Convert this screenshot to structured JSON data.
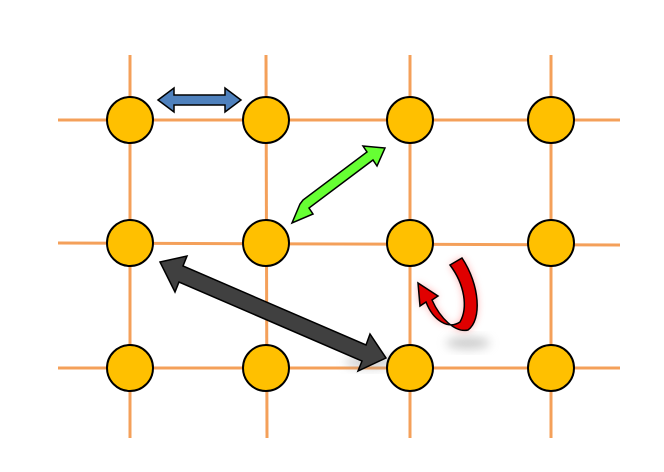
{
  "diagram": {
    "grid": {
      "rows": 3,
      "columns": 4
    },
    "colors": {
      "grid_line": "#F4A05A",
      "node_fill": "#FFC000",
      "node_stroke": "#000000",
      "arrow_blue": "#4F81BD",
      "arrow_green": "#66FF33",
      "arrow_dark": "#404040",
      "arrow_red": "#E00000"
    },
    "arrows": [
      {
        "name": "blue-double-arrow",
        "kind": "bidirectional",
        "from": "row1-col1",
        "to": "row1-col2"
      },
      {
        "name": "green-double-arrow",
        "kind": "bidirectional",
        "from": "row1-col3",
        "to": "row2-col2"
      },
      {
        "name": "dark-double-arrow",
        "kind": "bidirectional",
        "from": "row2-col1",
        "to": "row3-col3"
      },
      {
        "name": "red-curved-arrow",
        "kind": "self-loop",
        "at": "row2-col3"
      }
    ]
  }
}
